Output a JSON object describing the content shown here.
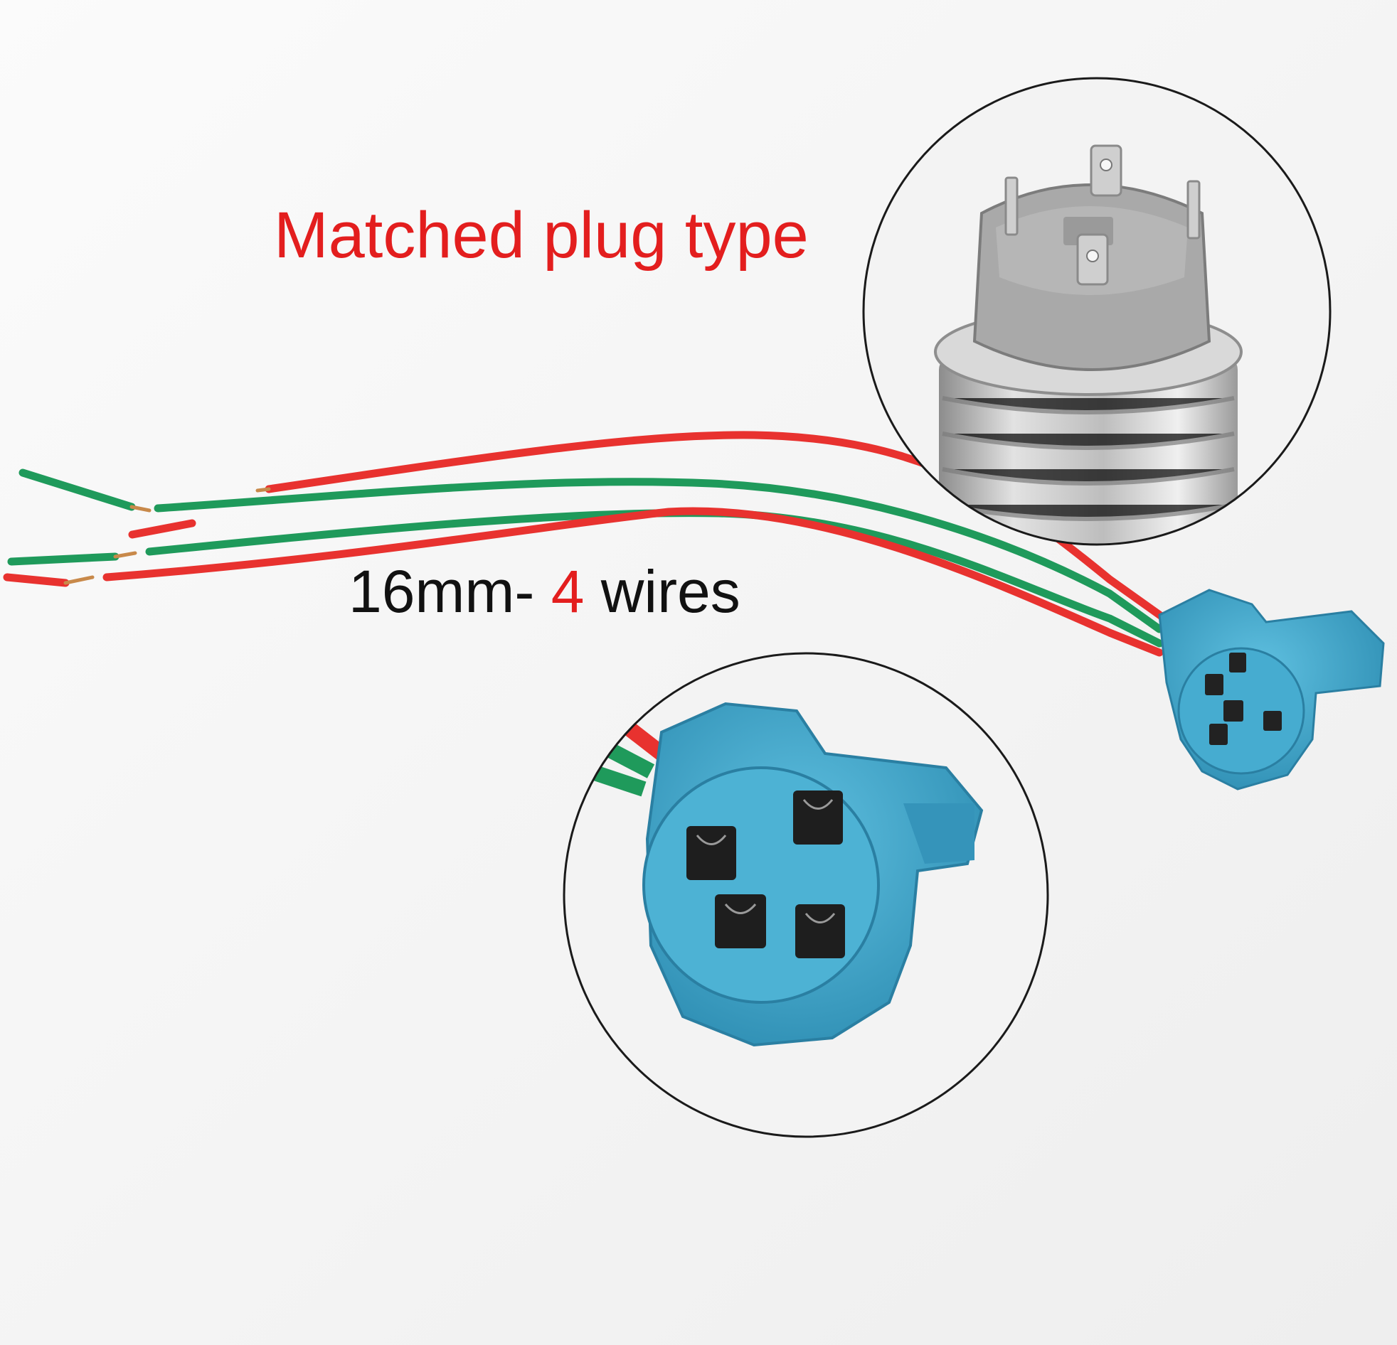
{
  "image": {
    "background_color": "#f6f6f6",
    "title": "Matched plug type",
    "subtitle": {
      "prefix": "16mm- ",
      "count": "4",
      "suffix": " wires"
    },
    "colors": {
      "title": "#e31e1e",
      "subtitle": "#111111",
      "wire_red": "#e8322f",
      "wire_green": "#1f9a5b",
      "connector_blue": "#3aa6c9",
      "switch_gray": "#a8a8a8",
      "metal": "#c9c9c9"
    },
    "objects": [
      "wire-harness",
      "connector-plug",
      "switch-back-zoom",
      "connector-face-zoom"
    ]
  }
}
